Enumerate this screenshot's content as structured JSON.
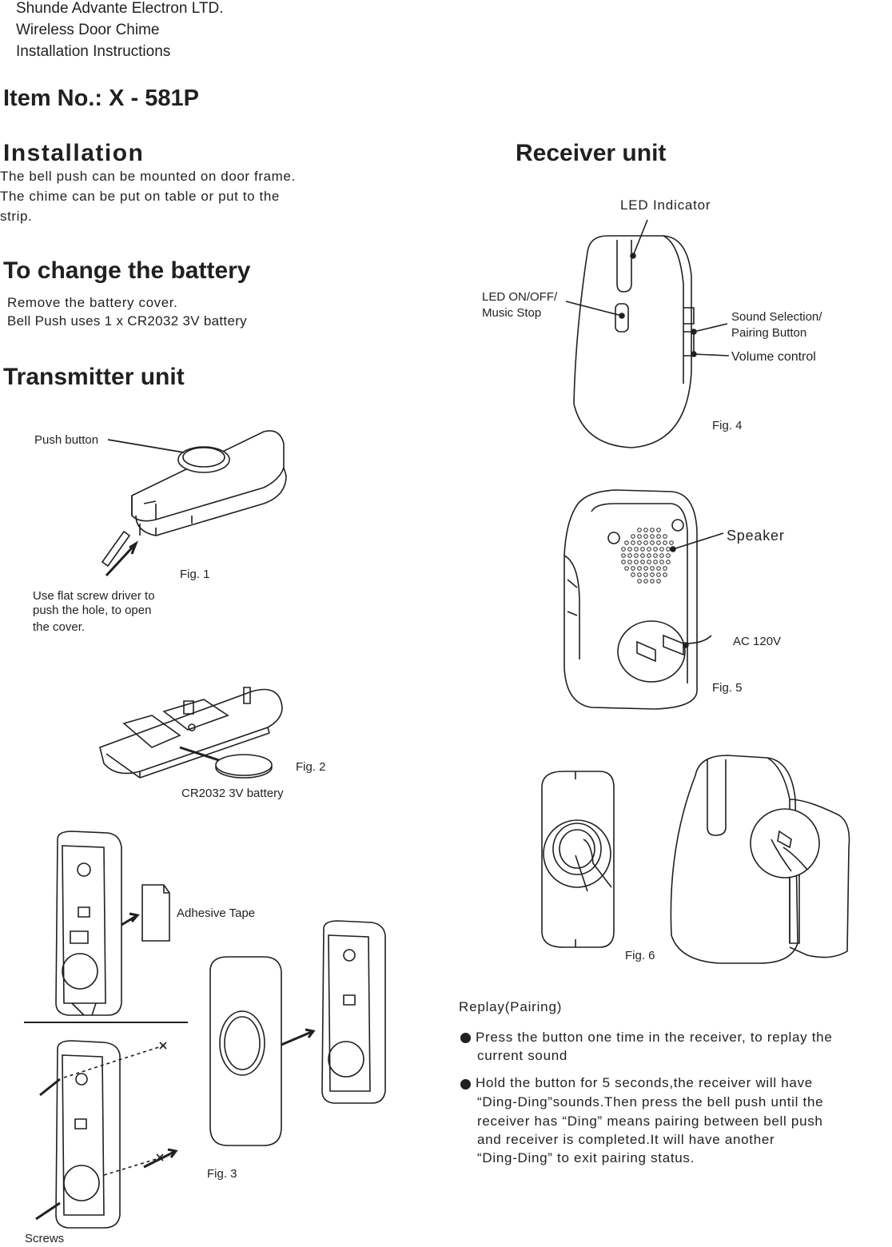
{
  "header": {
    "company": "Shunde Advante Electron LTD.",
    "product": "Wireless Door Chime",
    "doc_type": "Installation Instructions"
  },
  "item_no": {
    "label": "Item No.: ",
    "value": "X - 581P"
  },
  "installation": {
    "title": "Installation",
    "lines": [
      "The bell push can be mounted on door frame.",
      "The chime can be put on table or put to the",
      "strip."
    ]
  },
  "battery": {
    "title": "To change the battery",
    "lines": [
      "Remove the battery cover.",
      "Bell Push uses 1 x CR2032 3V battery"
    ]
  },
  "transmitter": {
    "title": "Transmitter unit",
    "push_button": "Push button",
    "fig1": "Fig. 1",
    "screwdriver_lines": [
      "Use flat screw driver to",
      "push the hole, to open",
      "the cover."
    ],
    "fig2": "Fig. 2",
    "battery_label": "CR2032 3V battery",
    "adhesive_tape": "Adhesive Tape",
    "fig3": "Fig. 3",
    "screws": "Screws"
  },
  "receiver": {
    "title": "Receiver unit",
    "led_indicator": "LED Indicator",
    "led_onoff_lines": [
      "LED ON/OFF/",
      "Music Stop"
    ],
    "sound_selection_lines": [
      "Sound Selection/",
      "Pairing Button"
    ],
    "volume_control": "Volume control",
    "fig4": "Fig. 4",
    "speaker": "Speaker",
    "ac": "AC 120V",
    "fig5": "Fig. 5",
    "fig6": "Fig. 6"
  },
  "pairing": {
    "title": "Replay(Pairing)",
    "bullet1": [
      "Press the  button one time in the receiver, to replay the",
      "current  sound"
    ],
    "bullet2": [
      "Hold the button for 5 seconds,the receiver will have",
      "“Ding-Ding”sounds.Then press the bell push until the",
      "receiver has “Ding” means pairing  between bell push",
      "and receiver is completed.It will have another",
      "“Ding-Ding” to exit pairing status."
    ]
  }
}
